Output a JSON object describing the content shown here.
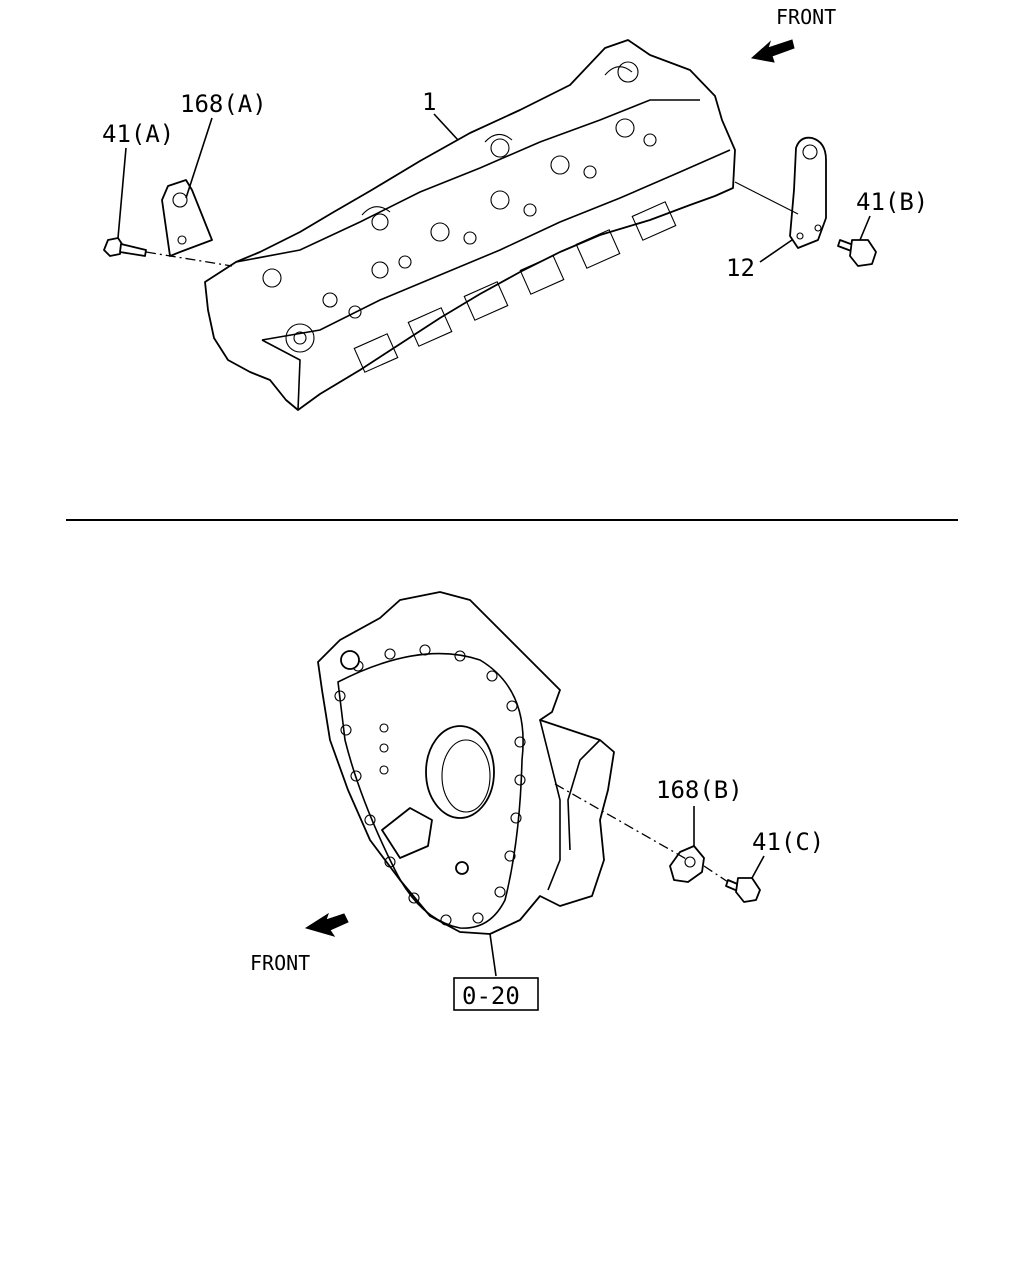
{
  "top_view": {
    "front_label": "FRONT",
    "callouts": {
      "head": "1",
      "bracket_a": "168(A)",
      "bolt_a": "41(A)",
      "bracket_12": "12",
      "bolt_b": "41(B)"
    }
  },
  "bottom_view": {
    "front_label": "FRONT",
    "callouts": {
      "bracket_b": "168(B)",
      "bolt_c": "41(C)",
      "ref_box": "0-20"
    }
  },
  "colors": {
    "line": "#000000",
    "background": "#ffffff"
  }
}
